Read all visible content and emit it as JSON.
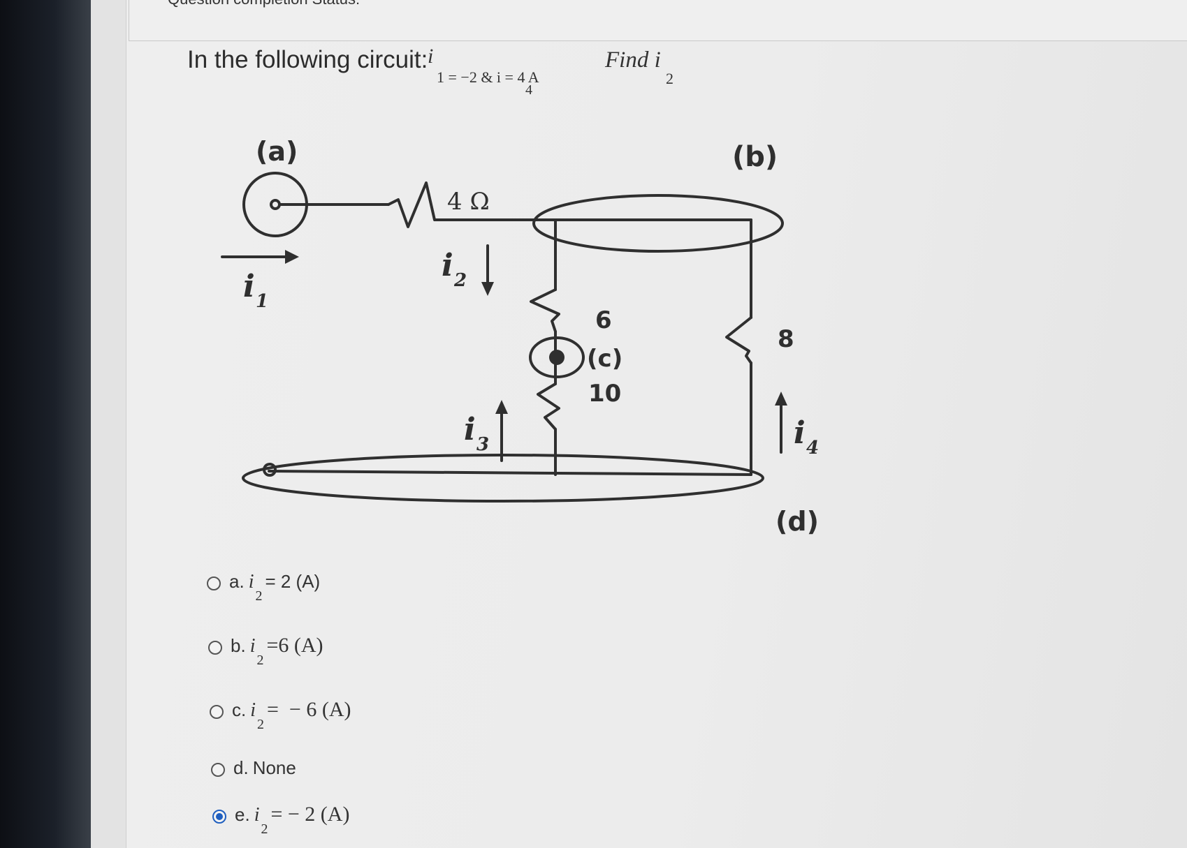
{
  "page": {
    "status_heading": "Question completion Status:"
  },
  "question": {
    "prefix": "In the following circuit:",
    "given_main": "i",
    "given_sub": "1 = −2 & i   = 4 A",
    "given_sub_4": "4",
    "dot": ".",
    "find": "Find i",
    "find_sub": "2"
  },
  "circuit": {
    "node_a": "(a)",
    "node_b": "(b)",
    "node_c": "(c)",
    "node_d": "(d)",
    "resistor_top": "4 Ω",
    "resistor_mid_top": "6",
    "resistor_mid_bottom": "10",
    "resistor_right": "8",
    "current_1": "i",
    "current_1_sub": "1",
    "current_2": "i",
    "current_2_sub": "2",
    "current_3": "i",
    "current_3_sub": "3",
    "current_4": "i",
    "current_4_sub": "4"
  },
  "options": [
    {
      "letter": "a.",
      "var": "i",
      "sub": "2",
      "rest": "= 2 (A)",
      "selected": false
    },
    {
      "letter": "b.",
      "var": "i",
      "sub": "2",
      "rest": "=6 (A)",
      "selected": false
    },
    {
      "letter": "c.",
      "var": "i",
      "sub": "2",
      "rest": "=  − 6 (A)",
      "selected": false
    },
    {
      "letter": "d.",
      "var": "",
      "sub": "",
      "rest": "None",
      "selected": false
    },
    {
      "letter": "e.",
      "var": "i",
      "sub": "2",
      "rest": "= − 2 (A)",
      "selected": true
    }
  ],
  "colors": {
    "accent": "#1f5fbf",
    "ink": "#2f2f2f"
  }
}
